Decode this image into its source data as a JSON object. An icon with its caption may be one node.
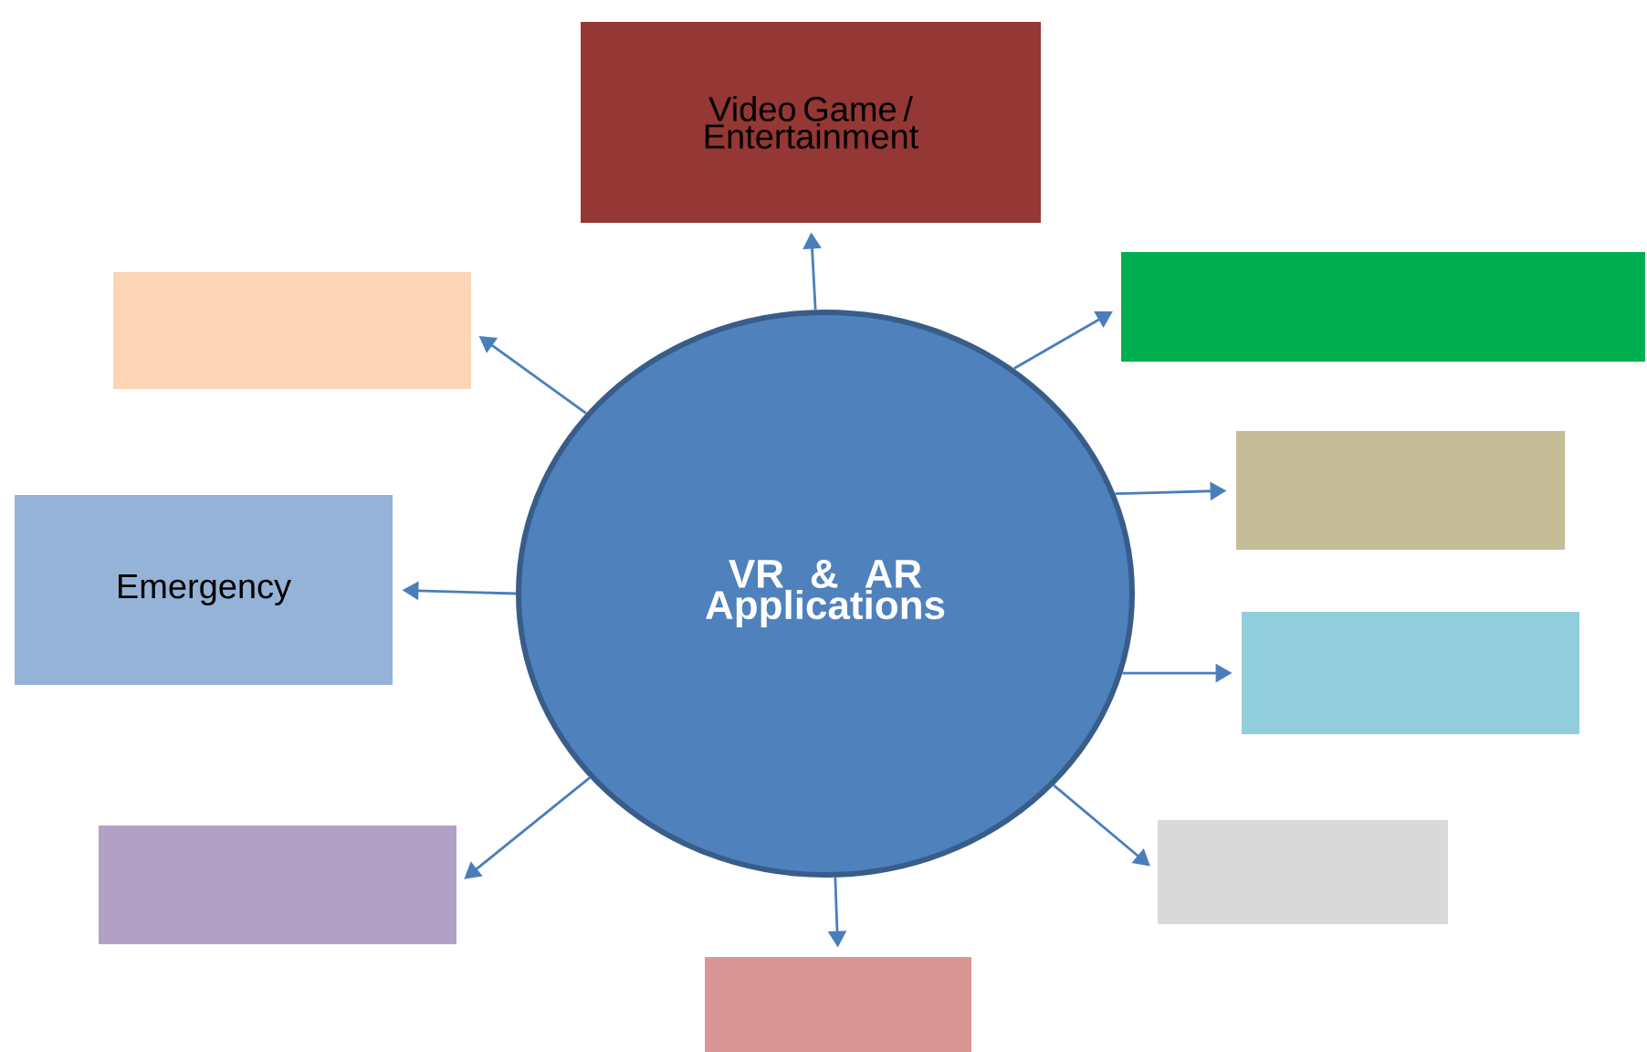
{
  "diagram": {
    "nodes": [
      {
        "text": [
          "VR & AR Applications"
        ]
      },
      {
        "text": [
          "Video Game / Entertainment"
        ]
      },
      {
        "text": [],
        "shape": "box"
      },
      {
        "text": [],
        "shape": "box"
      },
      {
        "text": [],
        "shape": "box"
      },
      {
        "text": [
          "Emergency"
        ]
      },
      {
        "text": [],
        "shape": "box"
      },
      {
        "text": [],
        "shape": "box"
      },
      {
        "text": [],
        "shape": "box"
      },
      {
        "text": [],
        "shape": "box"
      }
    ],
    "edges": [
      {
        "from": 0,
        "to": 1,
        "arrow": "to"
      },
      {
        "from": 0,
        "to": 2,
        "arrow": "to"
      },
      {
        "from": 0,
        "to": 3,
        "arrow": "to"
      },
      {
        "from": 0,
        "to": 4,
        "arrow": "to"
      },
      {
        "from": 0,
        "to": 5,
        "arrow": "to"
      },
      {
        "from": 0,
        "to": 6,
        "arrow": "to"
      },
      {
        "from": 0,
        "to": 7,
        "arrow": "to"
      },
      {
        "from": 0,
        "to": 8,
        "arrow": "to"
      },
      {
        "from": 0,
        "to": 9,
        "arrow": "to"
      }
    ]
  }
}
